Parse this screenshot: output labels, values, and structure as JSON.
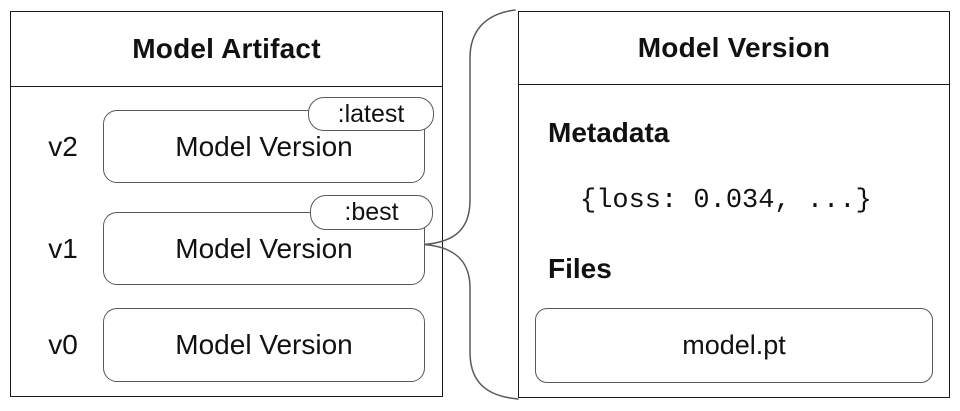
{
  "artifact_panel": {
    "title": "Model Artifact",
    "rows": [
      {
        "version": "v2",
        "label": "Model Version",
        "tag": ":latest"
      },
      {
        "version": "v1",
        "label": "Model Version",
        "tag": ":best"
      },
      {
        "version": "v0",
        "label": "Model Version"
      }
    ]
  },
  "version_panel": {
    "title": "Model Version",
    "metadata_heading": "Metadata",
    "metadata_value": "{loss: 0.034, ...}",
    "files_heading": "Files",
    "file_name": "model.pt"
  },
  "connector": {
    "shape": "curly-brace",
    "points_from": "v1 Model Version",
    "points_to": "Model Version detail panel"
  },
  "colors": {
    "panel_border": "#1a1a1a",
    "inner_border": "#595959",
    "background": "#ffffff",
    "text": "#111111"
  }
}
